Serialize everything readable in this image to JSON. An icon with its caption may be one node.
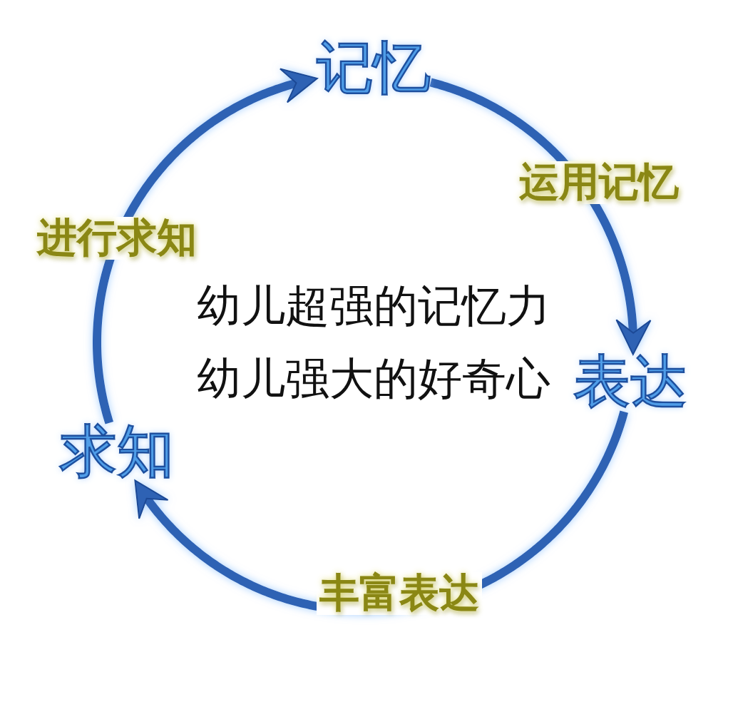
{
  "diagram": {
    "nodes": [
      {
        "text": [
          "记忆"
        ]
      },
      {
        "text": [
          "表达"
        ]
      },
      {
        "text": [
          "求知"
        ]
      }
    ],
    "edges": [
      {
        "from": 0,
        "to": 1,
        "arrow": "to",
        "label": "运用记忆"
      },
      {
        "from": 1,
        "to": 2,
        "arrow": "to",
        "label": "丰富表达"
      },
      {
        "from": 2,
        "to": 0,
        "arrow": "to",
        "label": "进行求知"
      }
    ],
    "labels": [
      "幼儿超强的记忆力",
      "幼儿强大的好奇心"
    ]
  }
}
